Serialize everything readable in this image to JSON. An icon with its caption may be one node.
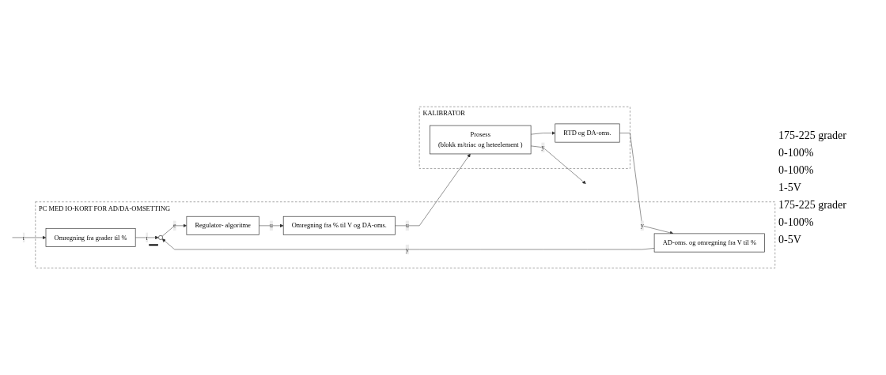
{
  "diagram": {
    "nodes": [
      {
        "text": [
          "PC MED IO-KORT FOR AD/DA-OMSETTING"
        ]
      },
      {
        "text": [
          "Omregning fra grader til %"
        ],
        "in": 0
      },
      {
        "text": [],
        "shape": "circle",
        "beside": [
          "—"
        ],
        "in": 0
      },
      {
        "text": [
          "Regulator- algoritme"
        ],
        "in": 0
      },
      {
        "text": [
          "Omregning fra % til V og DA-oms."
        ],
        "in": 0
      },
      {
        "text": [
          "AD-oms. og omregning fra V til %"
        ],
        "in": 0
      },
      {
        "text": [
          "KALIBRATOR"
        ]
      },
      {
        "text": [
          "Prosess",
          "(blokk m/triac og heteelement )"
        ],
        "in": 6
      },
      {
        "text": [
          "RTD og DA-oms."
        ],
        "in": 6
      }
    ],
    "edges": [
      {
        "from": null,
        "to": 1,
        "arrow": "to",
        "label": "r"
      },
      {
        "from": 1,
        "to": 2,
        "arrow": "to",
        "label": "r"
      },
      {
        "from": 2,
        "to": 3,
        "arrow": "to",
        "label": "e"
      },
      {
        "from": 3,
        "to": 4,
        "arrow": "to",
        "label": "u"
      },
      {
        "from": 4,
        "to": 7,
        "arrow": "to",
        "label": "u"
      },
      {
        "from": 7,
        "to": null,
        "arrow": "to",
        "label": "y"
      },
      {
        "from": 7,
        "to": 8,
        "arrow": "to"
      },
      {
        "from": 8,
        "to": 5,
        "arrow": "to",
        "label": "y"
      },
      {
        "from": 5,
        "to": 2,
        "arrow": "to",
        "label": "y"
      }
    ],
    "labels": [
      "175-225 grader",
      "0-100%",
      "0-100%",
      "1-5V",
      "175-225 grader",
      "0-100%",
      "0-5V"
    ]
  }
}
